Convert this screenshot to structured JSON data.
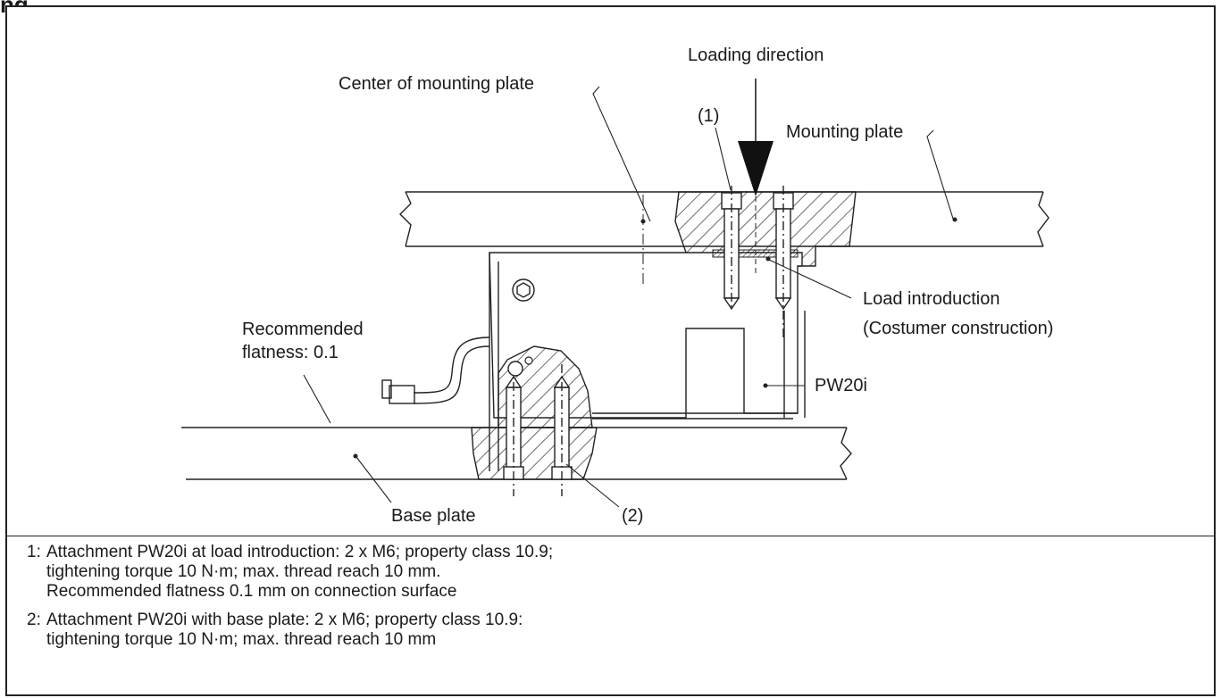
{
  "header": {
    "title": "ng"
  },
  "labels": {
    "loading_direction": "Loading direction",
    "center_mounting_plate": "Center of mounting plate",
    "mounting_plate": "Mounting plate",
    "callout_1": "(1)",
    "callout_2": "(2)",
    "load_introduction": "Load introduction",
    "customer_construction": "(Costumer construction)",
    "recommended_1": "Recommended",
    "recommended_2": "flatness: 0.1",
    "pw20i": "PW20i",
    "base_plate": "Base plate"
  },
  "notes": [
    {
      "num": "1:",
      "lines": [
        "Attachment PW20i at load introduction: 2 x M6; property class 10.9;",
        "tightening torque 10 N·m; max. thread reach 10 mm.",
        "Recommended flatness 0.1 mm on connection surface"
      ]
    },
    {
      "num": "2:",
      "lines": [
        "Attachment PW20i with base plate: 2 x M6; property class 10.9:",
        "tightening torque 10 N·m; max. thread reach 10 mm"
      ]
    }
  ]
}
